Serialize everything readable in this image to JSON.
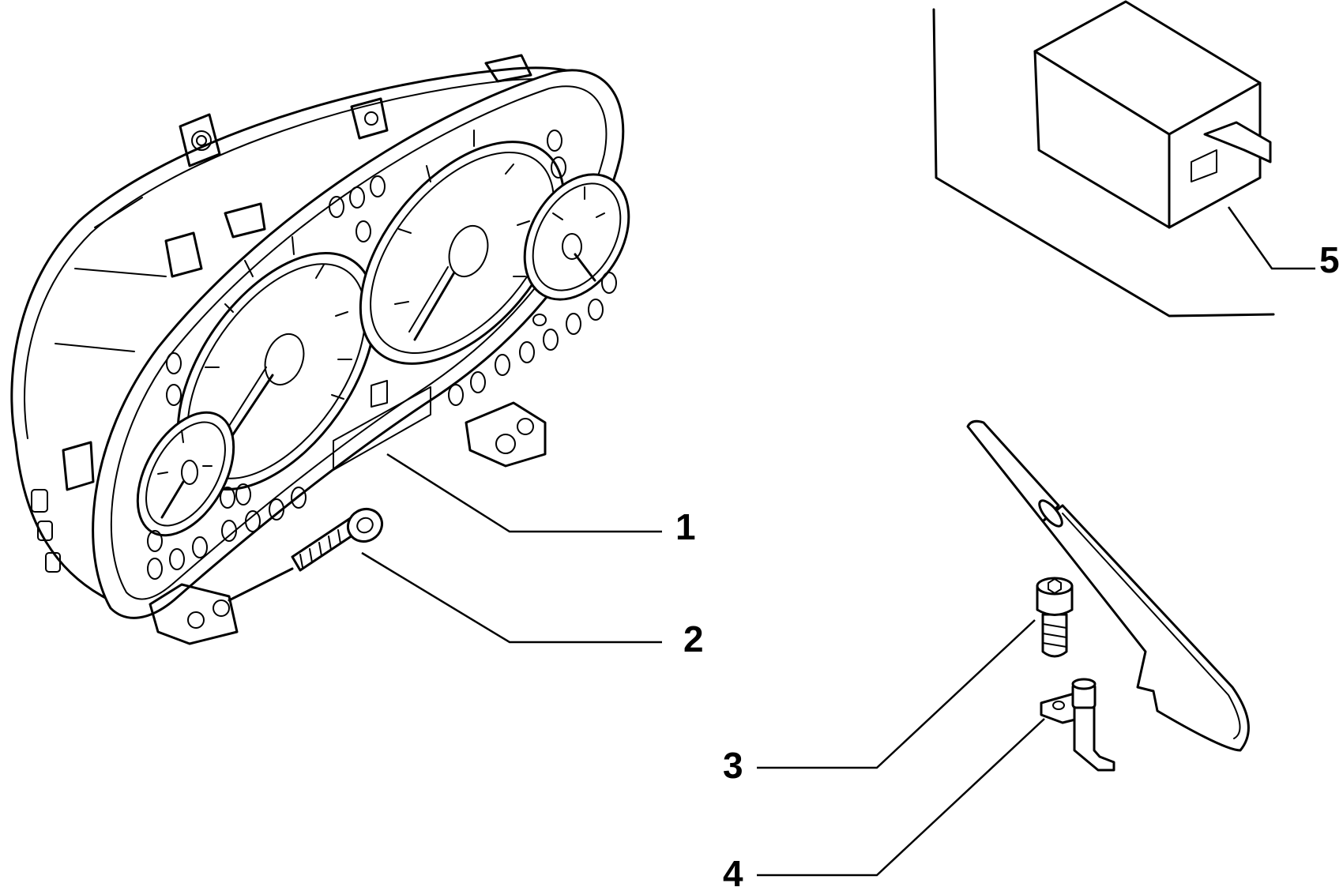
{
  "callouts": [
    {
      "id": "1",
      "label": "1"
    },
    {
      "id": "2",
      "label": "2"
    },
    {
      "id": "3",
      "label": "3"
    },
    {
      "id": "4",
      "label": "4"
    },
    {
      "id": "5",
      "label": "5"
    }
  ],
  "parts": {
    "p1": "instrument-cluster",
    "p2": "cluster-mounting-bolt",
    "p3": "bracket-screw",
    "p4": "mounting-bracket",
    "p5": "relay-module"
  },
  "colors": {
    "ink": "#000000",
    "paper": "#ffffff"
  }
}
